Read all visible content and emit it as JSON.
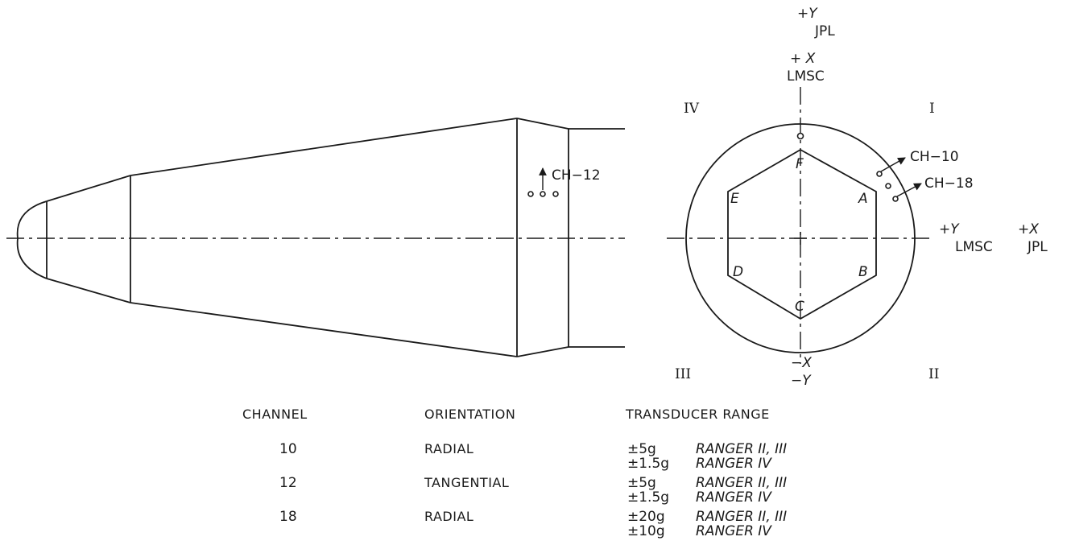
{
  "axes": {
    "top_y": "+Y",
    "top_jpl": "JPL",
    "top_x": "+ X",
    "top_lmsc": "LMSC",
    "right_y": "+Y",
    "right_lmsc": "LMSC",
    "right_x": "+X",
    "right_jpl": "JPL",
    "bottom_x": "−X",
    "bottom_y": "−Y"
  },
  "quadrants": {
    "q1": "I",
    "q2": "II",
    "q3": "III",
    "q4": "IV"
  },
  "hexagon_vertices": {
    "f": "F",
    "a": "A",
    "b": "B",
    "c": "C",
    "d": "D",
    "e": "E"
  },
  "channel_callouts": {
    "ch10": "CH−10",
    "ch18": "CH−18",
    "ch12": "CH−12"
  },
  "table": {
    "headers": {
      "channel": "CHANNEL",
      "orientation": "ORIENTATION",
      "range": "TRANSDUCER RANGE"
    },
    "rows": [
      {
        "channel": "10",
        "orientation": "RADIAL",
        "ranges": [
          {
            "value": "±5g",
            "mission": "RANGER II, III"
          },
          {
            "value": "±1.5g",
            "mission": "RANGER IV"
          }
        ]
      },
      {
        "channel": "12",
        "orientation": "TANGENTIAL",
        "ranges": [
          {
            "value": "±5g",
            "mission": "RANGER II, III"
          },
          {
            "value": "±1.5g",
            "mission": "RANGER IV"
          }
        ]
      },
      {
        "channel": "18",
        "orientation": "RADIAL",
        "ranges": [
          {
            "value": "±20g",
            "mission": "RANGER II, III"
          },
          {
            "value": "±10g",
            "mission": "RANGER IV"
          }
        ]
      }
    ]
  }
}
